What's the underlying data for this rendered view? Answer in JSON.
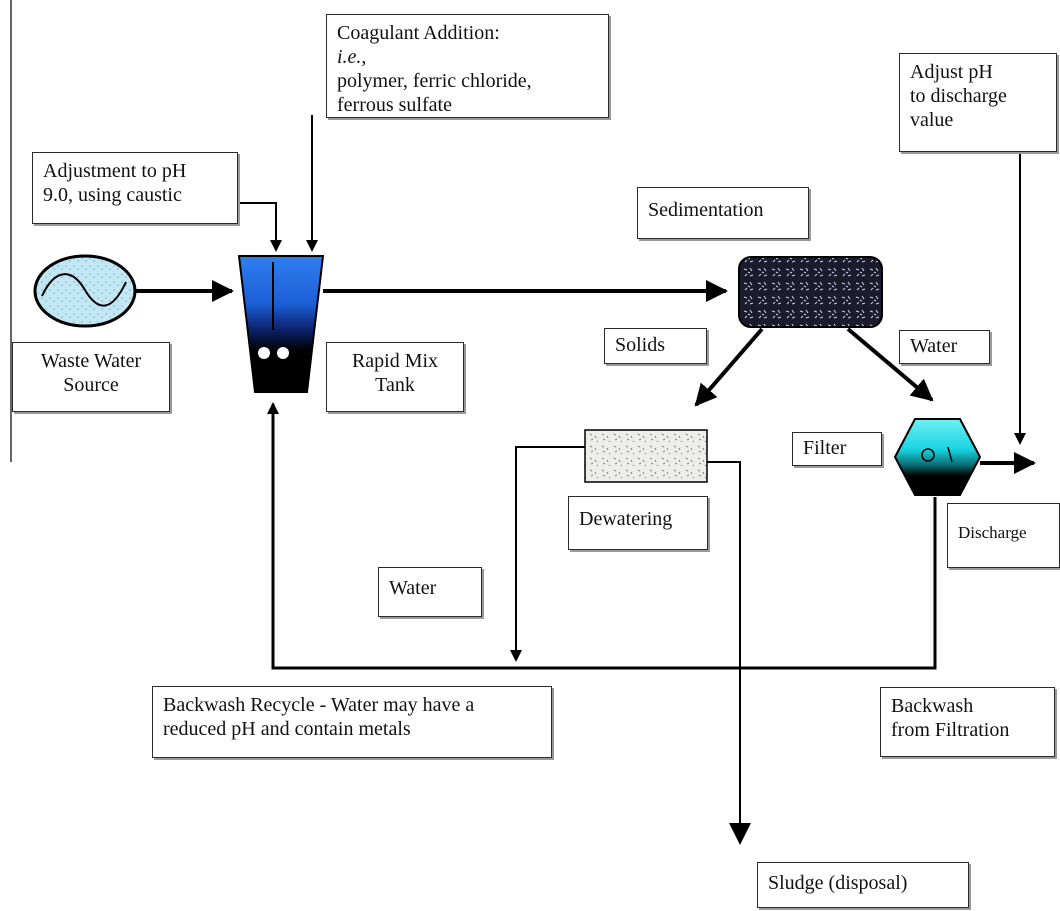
{
  "labels": {
    "coagulant": {
      "line1_prefix": "Coagulant Addition:  ",
      "line1_italic": "i.e.,",
      "line2": "polymer, ferric chloride,",
      "line3": "ferrous sulfate"
    },
    "adjust_discharge": {
      "line1": "Adjust pH",
      "line2": "to discharge",
      "line3": "value"
    },
    "adjust_ph": {
      "line1": "Adjustment to pH",
      "line2": "9.0, using caustic"
    },
    "sedimentation": "Sedimentation",
    "waste_source": {
      "line1": "Waste Water",
      "line2": "Source"
    },
    "rapid_mix": {
      "line1": "Rapid Mix",
      "line2": "Tank"
    },
    "solids": "Solids",
    "water_top": "Water",
    "filter": "Filter",
    "dewatering": "Dewatering",
    "discharge": "Discharge",
    "water_bottom": "Water",
    "backwash_recycle": {
      "line1": "Backwash Recycle - Water may have a",
      "line2": "reduced pH and contain metals"
    },
    "backwash_filtration": {
      "line1": "Backwash",
      "line2": "from Filtration"
    },
    "sludge": "Sludge (disposal)"
  },
  "icons": {
    "waste_source": "wastewater-source-icon",
    "rapid_mix": "rapid-mix-tank-icon",
    "sedimentation": "sedimentation-tank-icon",
    "dewatering": "dewatering-unit-icon",
    "filter": "filter-vessel-icon"
  },
  "colors": {
    "tank_blue": "#1c5fd6",
    "tank_black": "#000000",
    "filter_cyan": "#19d4e0",
    "source_fill": "#bfe4f2",
    "sediment_dark": "#1a1a2a"
  }
}
